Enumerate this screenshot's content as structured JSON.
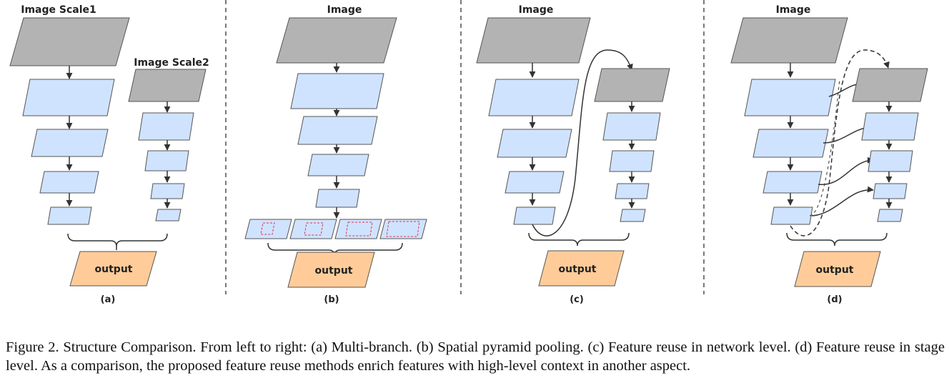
{
  "panels": {
    "a": {
      "title": "Image Scale1",
      "title2": "Image Scale2",
      "output": "output",
      "label": "(a)"
    },
    "b": {
      "title": "Image",
      "output": "output",
      "label": "(b)"
    },
    "c": {
      "title": "Image",
      "output": "output",
      "label": "(c)"
    },
    "d": {
      "title": "Image",
      "output": "output",
      "label": "(d)"
    }
  },
  "caption": {
    "line1": "Figure 2. Structure Comparison. From left to right: (a) Multi-branch. (b) Spatial pyramid pooling. (c) Feature reuse in network level. (d)",
    "line2": "Feature reuse in stage level. As a comparison, the proposed feature reuse methods enrich features with high-level context in another aspect."
  },
  "colors": {
    "image_fill": "#b3b3b3",
    "feature_fill": "#cfe3ff",
    "output_fill": "#ffcc99",
    "stroke": "#333333",
    "dashed_box": "#e0334d"
  }
}
